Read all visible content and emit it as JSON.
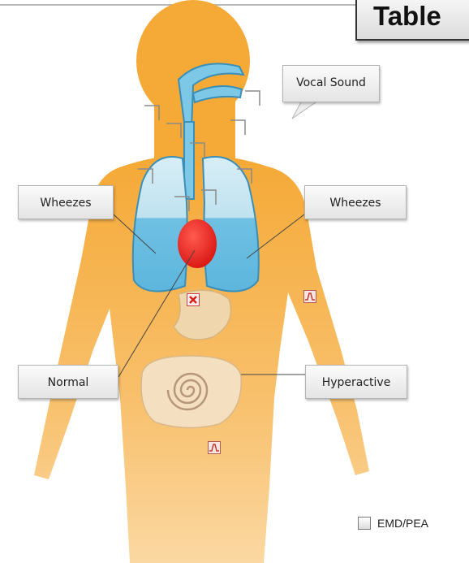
{
  "header": {
    "tab_label": "Table"
  },
  "labels": {
    "vocal_sound": "Vocal Sound",
    "left_lung": "Wheezes",
    "right_lung": "Wheezes",
    "heart": "Normal",
    "bowel": "Hyperactive"
  },
  "controls": {
    "emd_pea_label": "EMD/PEA",
    "emd_pea_checked": false
  },
  "icons": [
    "pulse-icon",
    "error-x-icon"
  ],
  "colors": {
    "body": "#f6b24f",
    "lungs": "#7cc8e6",
    "heart": "#e0201c",
    "organs": "#f1d9b5"
  }
}
